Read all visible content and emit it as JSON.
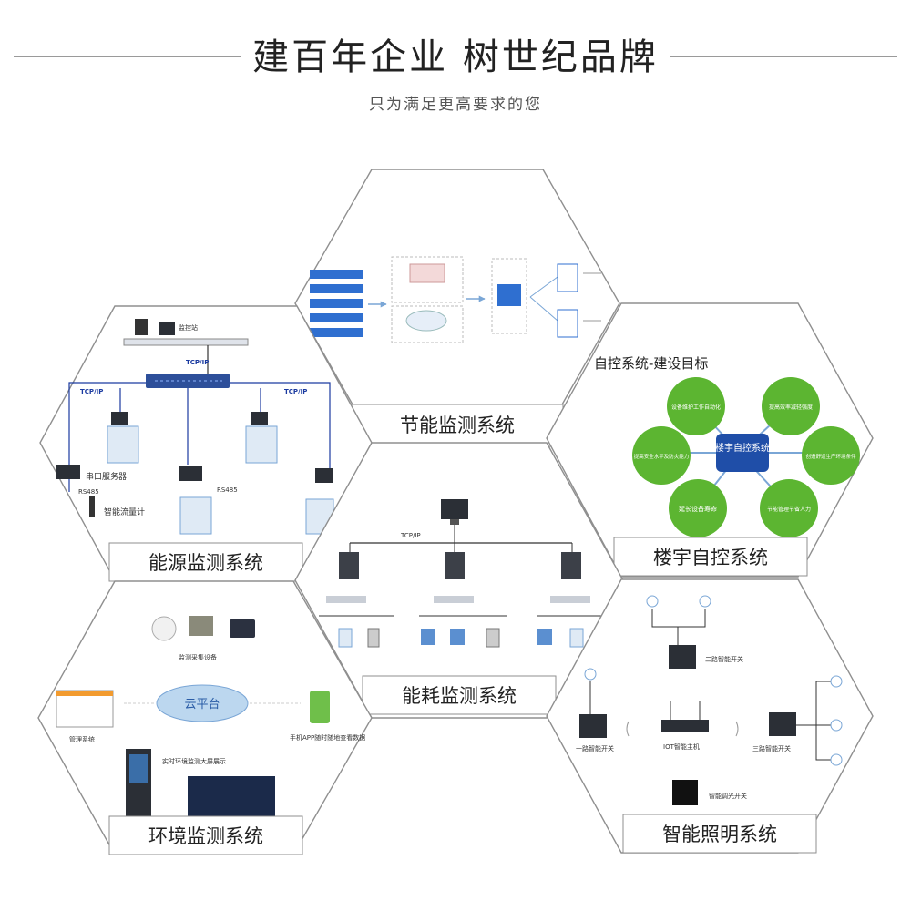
{
  "header": {
    "title": "建百年企业  树世纪品牌",
    "subtitle": "只为满足更高要求的您"
  },
  "energy_saving": {
    "label": "节能监测系统"
  },
  "energy_source": {
    "label": "能源监测系统",
    "serial_server": "串口服务器",
    "flow_meter": "智能流量计",
    "tcpip": "TCP/IP",
    "rs485": "RS485",
    "monitor": "监控站"
  },
  "building_auto": {
    "label": "楼宇自控系统",
    "heading": "自控系统-建设目标",
    "center": "楼宇自控系统",
    "goals": [
      "设备维护工作自动化",
      "提高效率减轻强度",
      "提高安全水平及防灾能力",
      "创造舒适生产环境条件",
      "延长设备寿命",
      "节能管理节省人力"
    ],
    "goal_color": "#5cb531",
    "center_color": "#1f4ea8"
  },
  "energy_consumption": {
    "label": "能耗监测系统",
    "tcpip": "TCP/IP"
  },
  "environment": {
    "label": "环境监测系统",
    "cloud": "云平台",
    "device": "监测采集设备",
    "manage": "管理系统",
    "mobile": "手机APP随时随地查看数据",
    "screen": "实时环境监测大屏展示"
  },
  "lighting": {
    "label": "智能照明系统",
    "switch_two": "二路智能开关",
    "switch_one": "一路智能开关",
    "switch_three": "三路智能开关",
    "host": "IOT智能主机",
    "dimmer": "智能调光开关"
  },
  "colors": {
    "hex_stroke": "#8f8f8f",
    "accent_blue": "#2f6fd0",
    "device_dark": "#2b2f36"
  }
}
